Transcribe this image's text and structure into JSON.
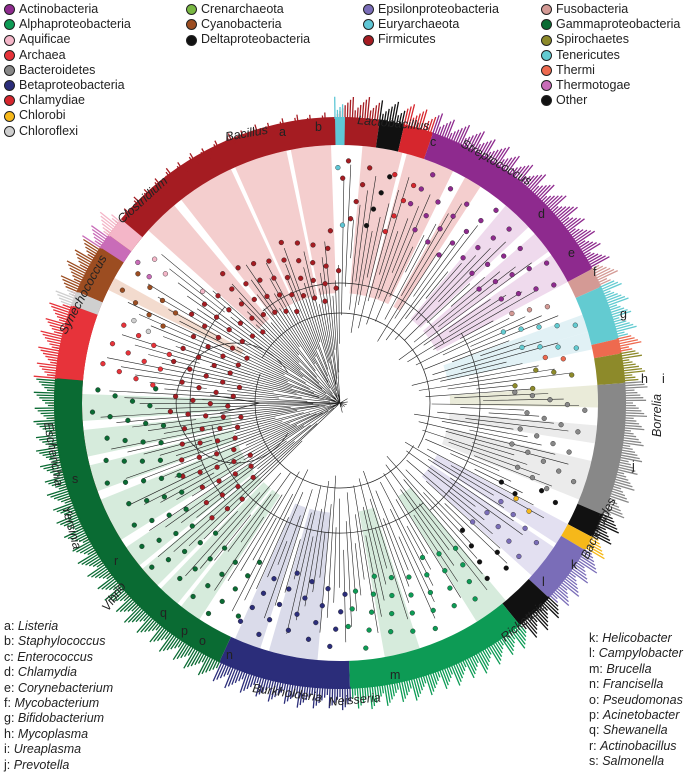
{
  "legend": [
    {
      "label": "Actinobacteria",
      "color": "#8e2a8e"
    },
    {
      "label": "Alphaproteobacteria",
      "color": "#0d9b55"
    },
    {
      "label": "Aquificae",
      "color": "#f4b6c8"
    },
    {
      "label": "Archaea",
      "color": "#e7333a"
    },
    {
      "label": "Bacteroidetes",
      "color": "#888888"
    },
    {
      "label": "Betaproteobacteria",
      "color": "#2b2d7a"
    },
    {
      "label": "Chlamydiae",
      "color": "#d6262d"
    },
    {
      "label": "Chlorobi",
      "color": "#f6b81a"
    },
    {
      "label": "Chloroflexi",
      "color": "#cfcfcf"
    },
    {
      "label": "Crenarchaeota",
      "color": "#79b843"
    },
    {
      "label": "Cyanobacteria",
      "color": "#9c4d21"
    },
    {
      "label": "Deltaproteobacteria",
      "color": "#111111"
    },
    {
      "label": "Epsilonproteobacteria",
      "color": "#7a6db8"
    },
    {
      "label": "Euryarchaeota",
      "color": "#5fc7d6"
    },
    {
      "label": "Firmicutes",
      "color": "#a51c22"
    },
    {
      "label": "Fusobacteria",
      "color": "#d49a95"
    },
    {
      "label": "Gammaproteobacteria",
      "color": "#0a6b33"
    },
    {
      "label": "Spirochaetes",
      "color": "#8d8a2a"
    },
    {
      "label": "Tenericutes",
      "color": "#63cbd1"
    },
    {
      "label": "Thermi",
      "color": "#ee6a4f"
    },
    {
      "label": "Thermotogae",
      "color": "#c96cb8"
    },
    {
      "label": "Other",
      "color": "#111111"
    }
  ],
  "key_left": [
    {
      "letter": "a:",
      "genus": "Listeria"
    },
    {
      "letter": "b:",
      "genus": "Staphylococcus"
    },
    {
      "letter": "c:",
      "genus": "Enterococcus"
    },
    {
      "letter": "d:",
      "genus": "Chlamydia"
    },
    {
      "letter": "e:",
      "genus": "Corynebacterium"
    },
    {
      "letter": "f:",
      "genus": "Mycobacterium"
    },
    {
      "letter": "g:",
      "genus": "Bifidobacterium"
    },
    {
      "letter": "h:",
      "genus": "Mycoplasma"
    },
    {
      "letter": "i:",
      "genus": "Ureaplasma"
    },
    {
      "letter": "j:",
      "genus": "Prevotella"
    }
  ],
  "key_right": [
    {
      "letter": "k:",
      "genus": "Helicobacter"
    },
    {
      "letter": "l:",
      "genus": "Campylobacter"
    },
    {
      "letter": "m:",
      "genus": "Brucella"
    },
    {
      "letter": "n:",
      "genus": "Francisella"
    },
    {
      "letter": "o:",
      "genus": "Pseudomonas"
    },
    {
      "letter": "p:",
      "genus": "Acinetobacter"
    },
    {
      "letter": "q:",
      "genus": "Shewanella"
    },
    {
      "letter": "r:",
      "genus": "Actinobacillus"
    },
    {
      "letter": "s:",
      "genus": "Salmonella"
    }
  ],
  "tree_labels": {
    "bacillus": "Bacillus",
    "lactobacillus": "Lactobacillus",
    "streptococcus": "Streptococcus",
    "clostridium": "Clostridium",
    "synechococcus": "Synechococcus",
    "escherichia": "Escherichia",
    "yersinia": "Yersinia",
    "vibrio": "Vibrio",
    "burkholderia": "Burkholderia",
    "neisseria": "Neisseria",
    "rickettsia": "Rickettsia",
    "bacteroides": "Bacteroides",
    "borrelia": "Borrelia",
    "a": "a",
    "b": "b",
    "c": "c",
    "d": "d",
    "e": "e",
    "f": "f",
    "g": "g",
    "h": "h",
    "i": "i",
    "j": "j",
    "k": "k",
    "l": "l",
    "m": "m",
    "n": "n",
    "o": "o",
    "p": "p",
    "q": "q",
    "r": "r",
    "s": "s"
  },
  "clade_ring": [
    {
      "phylum": "Firmicutes",
      "color": "#a51c22",
      "from": -135,
      "to": 8
    },
    {
      "phylum": "Deltaproteobacteria",
      "color": "#111111",
      "from": 8,
      "to": 13
    },
    {
      "phylum": "Chlamydiae",
      "color": "#d6262d",
      "from": 13,
      "to": 19
    },
    {
      "phylum": "Actinobacteria",
      "color": "#8e2a8e",
      "from": 19,
      "to": 62
    },
    {
      "phylum": "Fusobacteria",
      "color": "#d49a95",
      "from": 62,
      "to": 66
    },
    {
      "phylum": "Tenericutes",
      "color": "#63cbd1",
      "from": 66,
      "to": 77
    },
    {
      "phylum": "Thermi",
      "color": "#ee6a4f",
      "from": 77,
      "to": 80
    },
    {
      "phylum": "Spirochaetes",
      "color": "#8d8a2a",
      "from": 80,
      "to": 86
    },
    {
      "phylum": "Bacteroidetes",
      "color": "#888888",
      "from": 86,
      "to": 113
    },
    {
      "phylum": "Other",
      "color": "#111111",
      "from": 113,
      "to": 118
    },
    {
      "phylum": "Chlorobi",
      "color": "#f6b81a",
      "from": 118,
      "to": 121
    },
    {
      "phylum": "Epsilonproteobacteria",
      "color": "#7a6db8",
      "from": 121,
      "to": 133
    },
    {
      "phylum": "Deltaproteobacteria",
      "color": "#111111",
      "from": 133,
      "to": 141
    },
    {
      "phylum": "Alphaproteobacteria",
      "color": "#0d9b55",
      "from": 141,
      "to": 178
    },
    {
      "phylum": "Betaproteobacteria",
      "color": "#2b2d7a",
      "from": 178,
      "to": 205
    },
    {
      "phylum": "Gammaproteobacteria",
      "color": "#0a6b33",
      "from": 205,
      "to": 275
    },
    {
      "phylum": "Archaea",
      "color": "#e7333a",
      "from": 275,
      "to": 290
    },
    {
      "phylum": "Chloroflexi",
      "color": "#cfcfcf",
      "from": 290,
      "to": 293
    },
    {
      "phylum": "Cyanobacteria",
      "color": "#9c4d21",
      "from": 293,
      "to": 303
    },
    {
      "phylum": "Thermotogae",
      "color": "#c96cb8",
      "from": 303,
      "to": 306
    },
    {
      "phylum": "Aquificae",
      "color": "#f4b6c8",
      "from": 306,
      "to": 310
    },
    {
      "phylum": "Euryarchaeota",
      "color": "#5fc7d6",
      "from": 359,
      "to": 361
    }
  ]
}
